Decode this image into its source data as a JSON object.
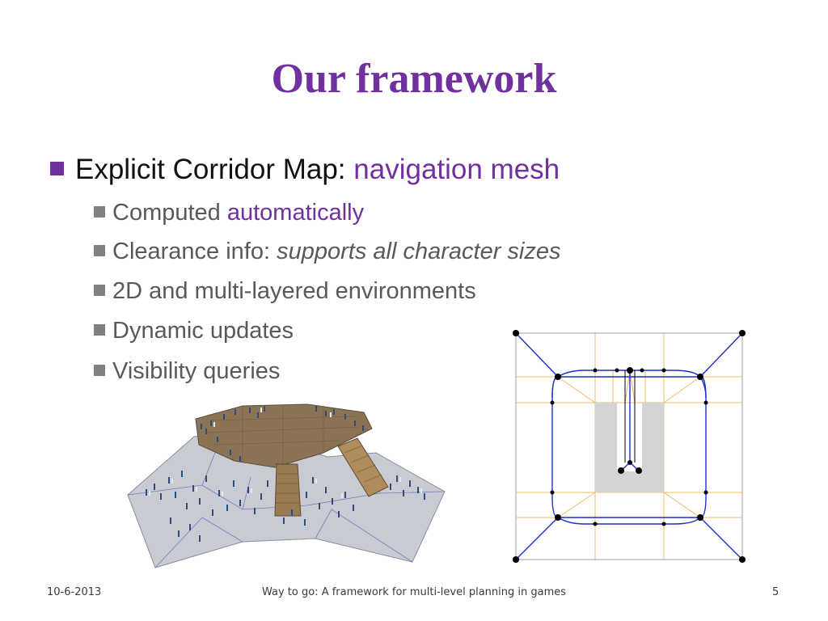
{
  "slide": {
    "title": "Our framework",
    "bullet_main": {
      "text": "Explicit Corridor Map: ",
      "highlight": "navigation mesh"
    },
    "sub_bullets": [
      {
        "text": "Computed ",
        "emph": "automatically",
        "style": "purple"
      },
      {
        "text": "Clearance info: ",
        "emph": "supports all character sizes",
        "style": "italic"
      },
      {
        "text": "2D and multi-layered environments",
        "emph": "",
        "style": "none"
      },
      {
        "text": "Dynamic updates",
        "emph": "",
        "style": "none"
      },
      {
        "text": "Visibility queries",
        "emph": "",
        "style": "none"
      }
    ]
  },
  "footer": {
    "date": "10-6-2013",
    "title": "Way to go: A framework for multi-level planning in games",
    "page": "5"
  },
  "figures": {
    "left": "multi-layered-environment-render",
    "right": "explicit-corridor-map-diagram"
  },
  "colors": {
    "title": "#7030A0",
    "highlight": "#7030A0",
    "sub_text": "#595959",
    "medial_axis": "#1f2ecc",
    "corridor_lines": "#f2b867",
    "obstacle": "#d4d4d4"
  }
}
